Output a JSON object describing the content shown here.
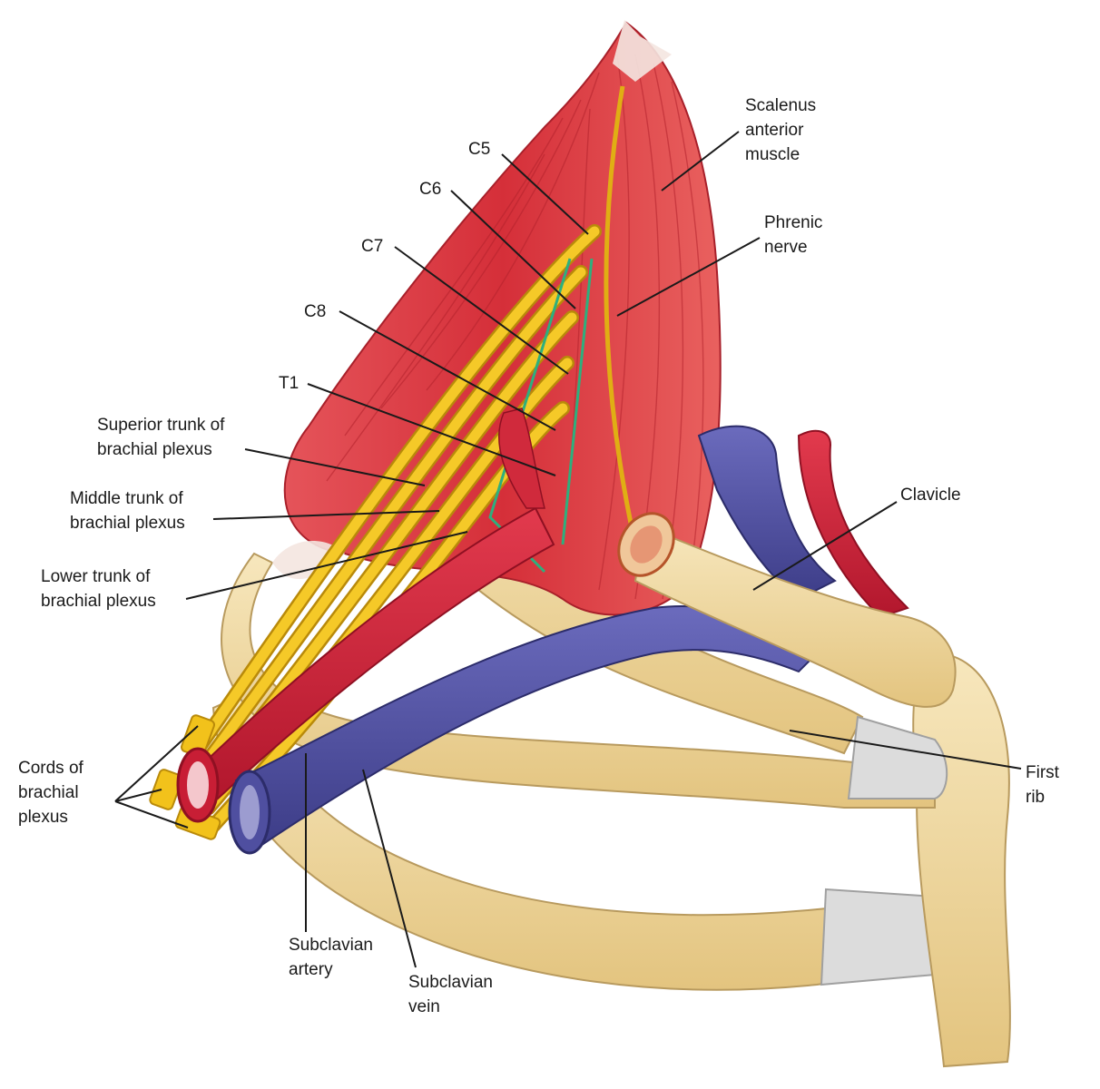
{
  "labels": {
    "c5": "C5",
    "c6": "C6",
    "c7": "C7",
    "c8": "C8",
    "t1": "T1",
    "scalenus": [
      "Scalenus",
      "anterior",
      "muscle"
    ],
    "phrenic": [
      "Phrenic",
      "nerve"
    ],
    "superior_trunk": [
      "Superior trunk of",
      "brachial plexus"
    ],
    "middle_trunk": [
      "Middle trunk of",
      "brachial plexus"
    ],
    "lower_trunk": [
      "Lower trunk of",
      "brachial plexus"
    ],
    "clavicle": "Clavicle",
    "first_rib": [
      "First",
      "rib"
    ],
    "cords": [
      "Cords of",
      "brachial",
      "plexus"
    ],
    "subclavian_artery": [
      "Subclavian",
      "artery"
    ],
    "subclavian_vein": [
      "Subclavian",
      "vein"
    ]
  },
  "colors": {
    "muscle": "#d9343c",
    "muscle_light": "#f08a86",
    "nerve": "#f2c21b",
    "nerve_edge": "#b98a0a",
    "artery": "#c81e35",
    "vein": "#4f4fa0",
    "bone": "#f0d9a0",
    "bone_edge": "#b89a5e",
    "cartilage": "#d9d9d9",
    "leader": "#1a1a1a",
    "outline_green": "#2eaf7d"
  }
}
